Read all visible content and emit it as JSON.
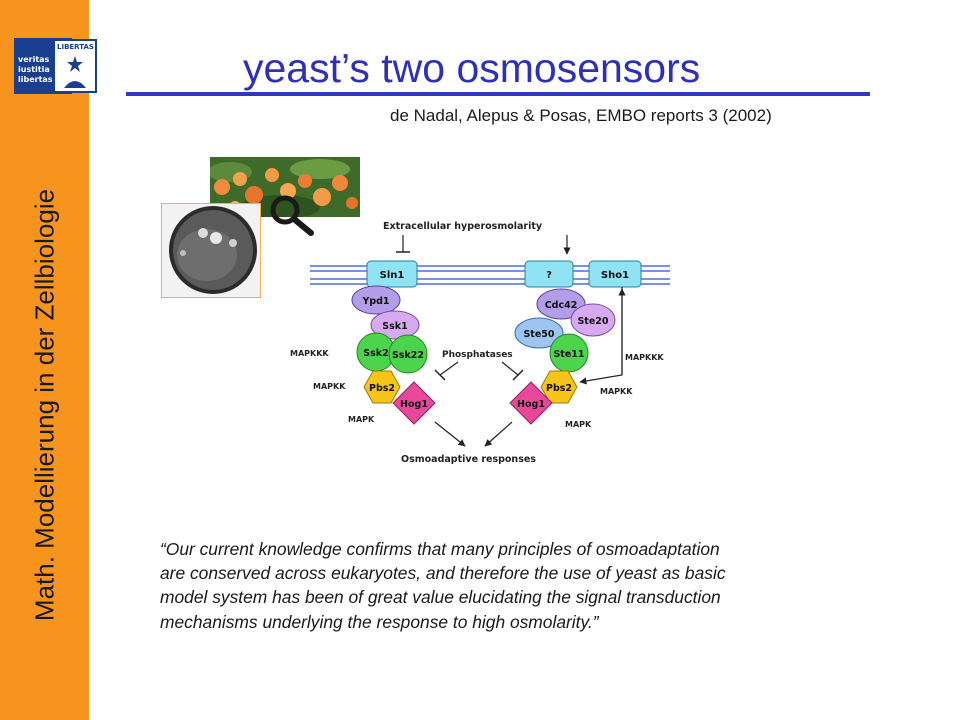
{
  "slide": {
    "title": "yeast’s two osmosensors",
    "citation": "de Nadal, Alepus & Posas, EMBO reports 3 (2002)",
    "sidebar_text": "Math. Modellierung in der Zellbiologie",
    "logo": {
      "word1": "veritas",
      "word2": "iustitia",
      "word3": "libertas",
      "banner": "LIBERTAS"
    }
  },
  "diagram": {
    "stimulus": "Extracellular hyperosmolarity",
    "nodes": {
      "sln1": "Sln1",
      "unknown": "?",
      "sho1": "Sho1",
      "ypd1": "Ypd1",
      "ssk1": "Ssk1",
      "ssk2": "Ssk2",
      "ssk22": "Ssk22",
      "pbs2_left": "Pbs2",
      "hog1_left": "Hog1",
      "cdc42": "Cdc42",
      "ste20": "Ste20",
      "ste50": "Ste50",
      "ste11": "Ste11",
      "pbs2_right": "Pbs2",
      "hog1_right": "Hog1"
    },
    "labels": {
      "mapkkk_left": "MAPKKK",
      "mapkk_left": "MAPKK",
      "mapk_left": "MAPK",
      "phosphatases": "Phosphatases",
      "mapkkk_right": "MAPKKK",
      "mapkk_right": "MAPKK",
      "mapk_right": "MAPK",
      "responses": "Osmoadaptive responses"
    },
    "colors": {
      "membrane": "#4a6fd6",
      "sensor": "#8fe3f2",
      "purple": "#b39ce8",
      "pink_purple": "#d6a9f0",
      "green": "#4cd44c",
      "yellow": "#f5c518",
      "magenta": "#e8479a",
      "light_blue": "#9ec4f0"
    }
  },
  "quote": {
    "line1": "“Our current knowledge confirms that many principles of osmoadaptation",
    "line2": "are conserved across eukaryotes, and therefore the use of yeast as basic",
    "line3": "model system has been of great value elucidating the signal transduction",
    "line4": "mechanisms underlying the response to high osmolarity.”"
  }
}
